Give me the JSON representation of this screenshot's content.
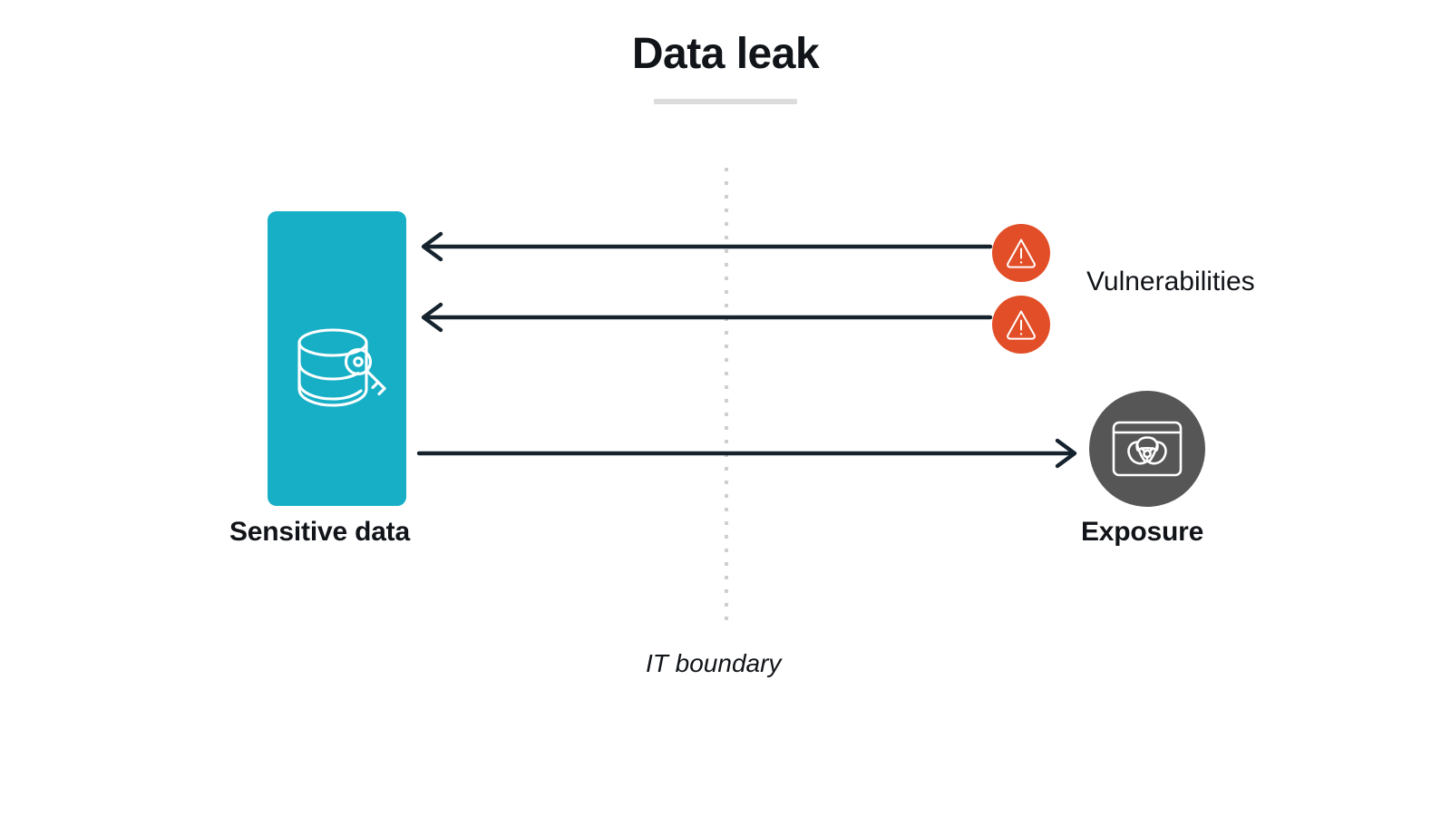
{
  "title": {
    "text": "Data leak"
  },
  "colors": {
    "sensitive_data_fill": "#17AFC6",
    "vulnerability_fill": "#E24E27",
    "exposure_fill": "#565656",
    "arrow_stroke": "#15232E",
    "boundary_stroke": "#CFCFCF",
    "title_rule": "#DCDCDC",
    "text": "#111418",
    "background": "#FFFFFF"
  },
  "nodes": {
    "sensitive_data": {
      "label": "Sensitive data",
      "icon": "database-key-icon",
      "shape": "rounded-rectangle"
    },
    "vulnerabilities": {
      "label": "Vulnerabilities",
      "icon": "warning-triangle-icon",
      "shape": "circle",
      "count": 2
    },
    "exposure": {
      "label": "Exposure",
      "icon": "biohazard-window-icon",
      "shape": "circle"
    }
  },
  "boundary": {
    "label": "IT boundary",
    "style": "dotted-vertical-line"
  },
  "arrows": [
    {
      "name": "vulnerability-to-data-1",
      "direction": "left",
      "from": "vulnerabilities",
      "to": "sensitive_data"
    },
    {
      "name": "vulnerability-to-data-2",
      "direction": "left",
      "from": "vulnerabilities",
      "to": "sensitive_data"
    },
    {
      "name": "data-to-exposure",
      "direction": "right",
      "from": "sensitive_data",
      "to": "exposure"
    }
  ]
}
